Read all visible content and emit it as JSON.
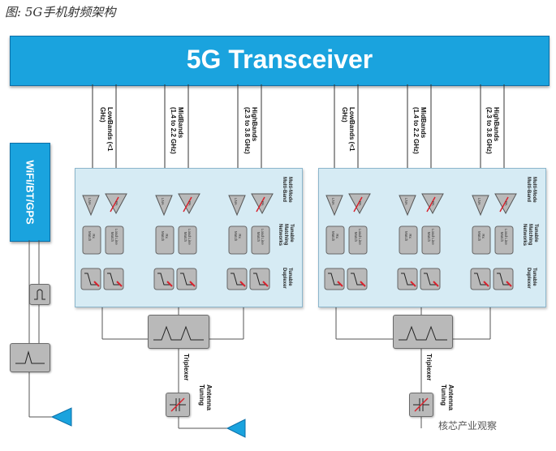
{
  "caption": "图: 5G手机射频架构",
  "transceiver": {
    "label": "5G Transceiver"
  },
  "wifi": {
    "label": "WiFi/BT/GPS"
  },
  "bands": {
    "low": "LowBands (<1\nGHz)",
    "mid": "MidBands\n(1.4 to 2.2 GHz)",
    "high": "HighBands\n(2.3 to 3.8 GHz)"
  },
  "module": {
    "multimode": "Multi-Mode\nMulti-Band",
    "tunable_matching": "Tunable\nMatching\nNetworks",
    "tunable_duplexer": "Tunable\nDuplexer",
    "lna": "LNA",
    "pa": "PA",
    "rx_match": "Rx\nMatch",
    "load_line_match": "Load Line\nMatch"
  },
  "triplexer": "Triplexer",
  "antenna_tuning": "Antenna\nTuning",
  "watermark": "核芯产业观察",
  "colors": {
    "blue": "#1aa3de",
    "panel": "#d6ebf4",
    "grey": "#b9b9b9",
    "accent": "#d9232e"
  }
}
